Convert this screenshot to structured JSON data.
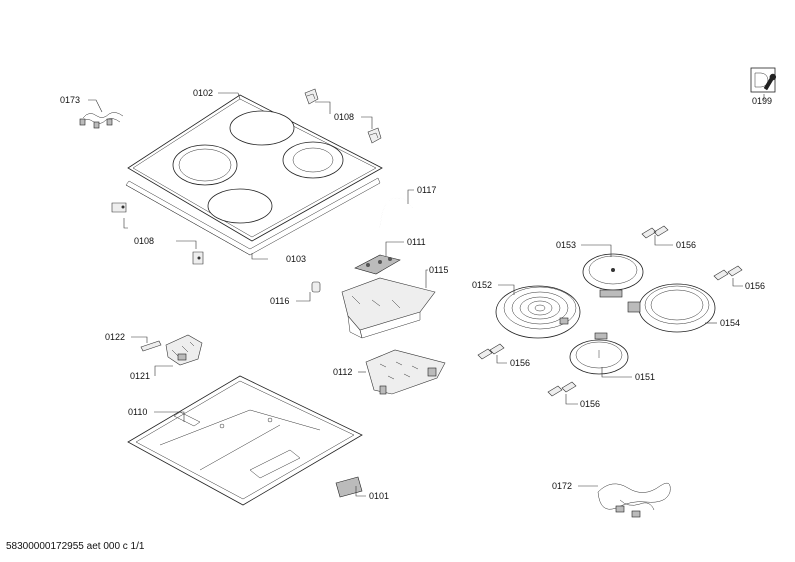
{
  "labels": {
    "p0173": "0173",
    "p0102": "0102",
    "p0108a": "0108",
    "p0108b": "0108",
    "p0117": "0117",
    "p0103": "0103",
    "p0111": "0111",
    "p0115": "0115",
    "p0116": "0116",
    "p0122": "0122",
    "p0121": "0121",
    "p0112": "0112",
    "p0110": "0110",
    "p0101": "0101",
    "p0153": "0153",
    "p0156a": "0156",
    "p0156b": "0156",
    "p0156c": "0156",
    "p0156d": "0156",
    "p0152": "0152",
    "p0154": "0154",
    "p0151": "0151",
    "p0172": "0172",
    "p0199": "0199"
  },
  "footer": "58300000172955 aet 000 c 1/1"
}
